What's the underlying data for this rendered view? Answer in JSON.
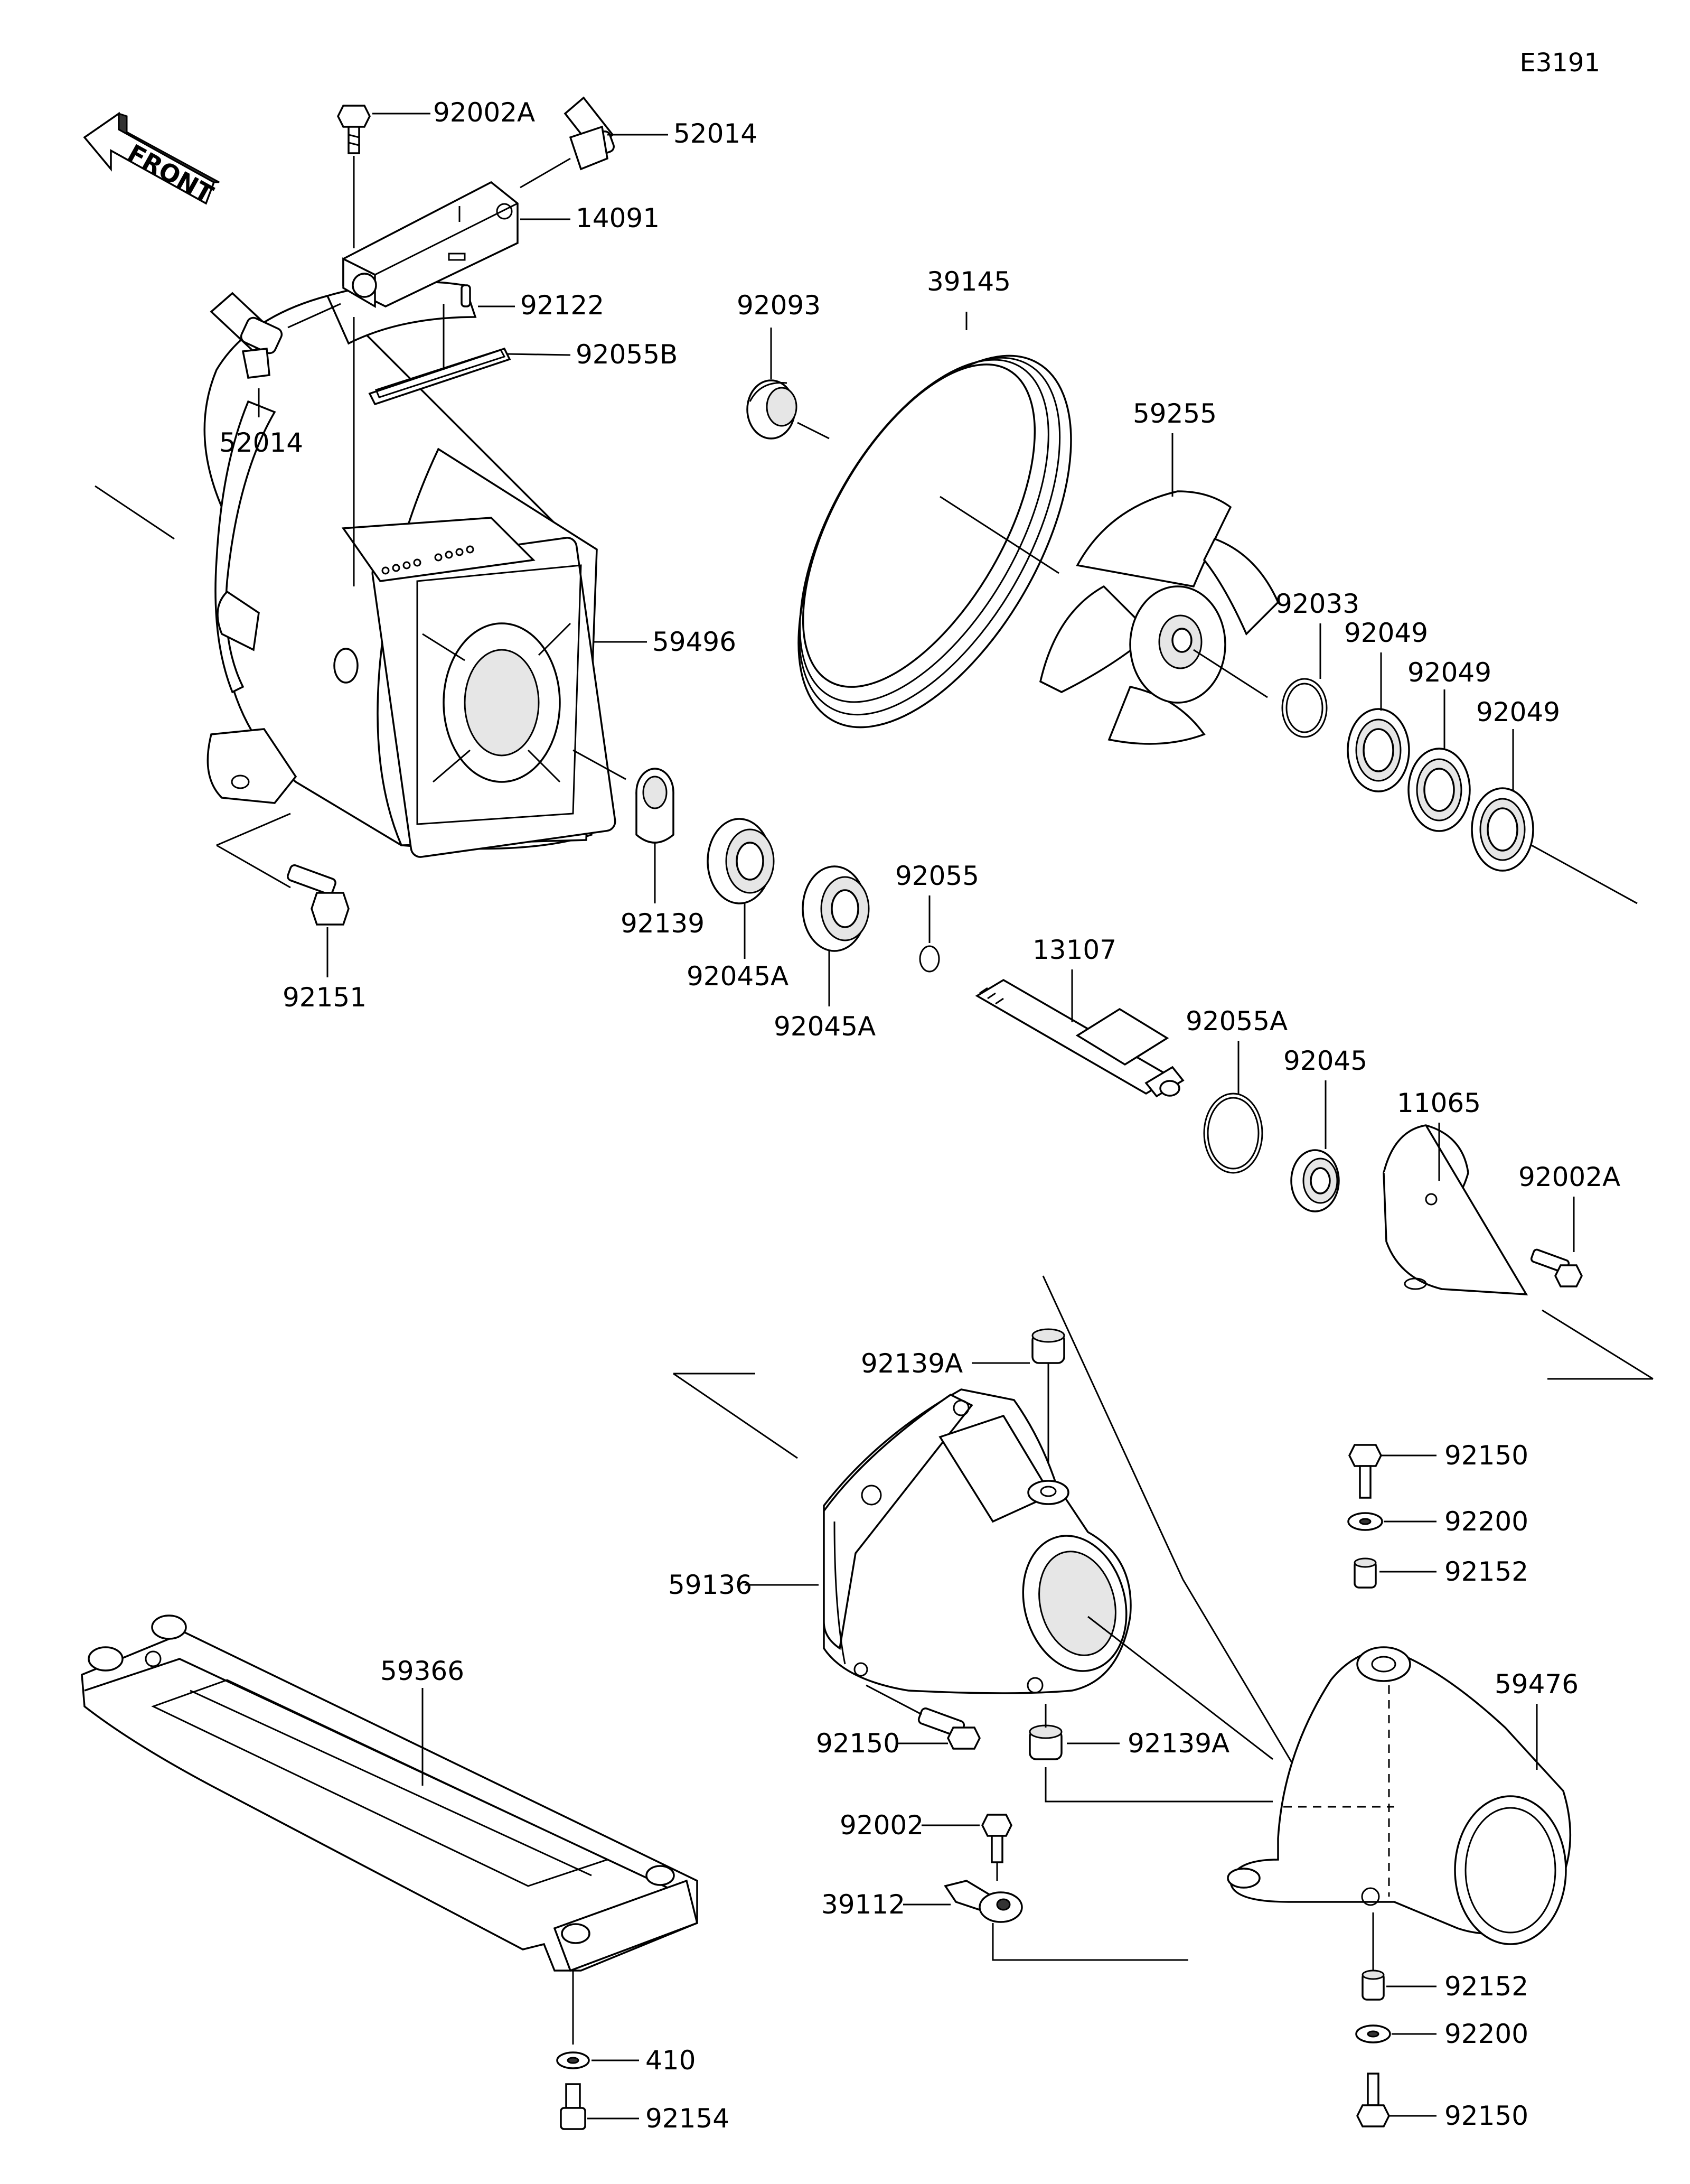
{
  "diagram_code": "E3191",
  "front_arrow_label": "FRONT",
  "labels": {
    "p92002A_top": "92002A",
    "p52014_top": "52014",
    "p14091": "14091",
    "p92122": "92122",
    "p92055B": "92055B",
    "p52014_left": "52014",
    "p92093": "92093",
    "p39145": "39145",
    "p59255": "59255",
    "p59496": "59496",
    "p92033": "92033",
    "p92049_a": "92049",
    "p92049_b": "92049",
    "p92049_c": "92049",
    "p92151": "92151",
    "p92139": "92139",
    "p92045A_a": "92045A",
    "p92045A_b": "92045A",
    "p92055": "92055",
    "p13107": "13107",
    "p92055A": "92055A",
    "p92045": "92045",
    "p11065": "11065",
    "p92002A_right": "92002A",
    "p92139A_top": "92139A",
    "p92150_r1": "92150",
    "p92200_r1": "92200",
    "p92152_r1": "92152",
    "p59136": "59136",
    "p59366": "59366",
    "p59476": "59476",
    "p92150_mid": "92150",
    "p92139A_bot": "92139A",
    "p92002": "92002",
    "p39112": "39112",
    "p92152_r2": "92152",
    "p92200_r2": "92200",
    "p410": "410",
    "p92150_r2": "92150",
    "p92154": "92154"
  }
}
